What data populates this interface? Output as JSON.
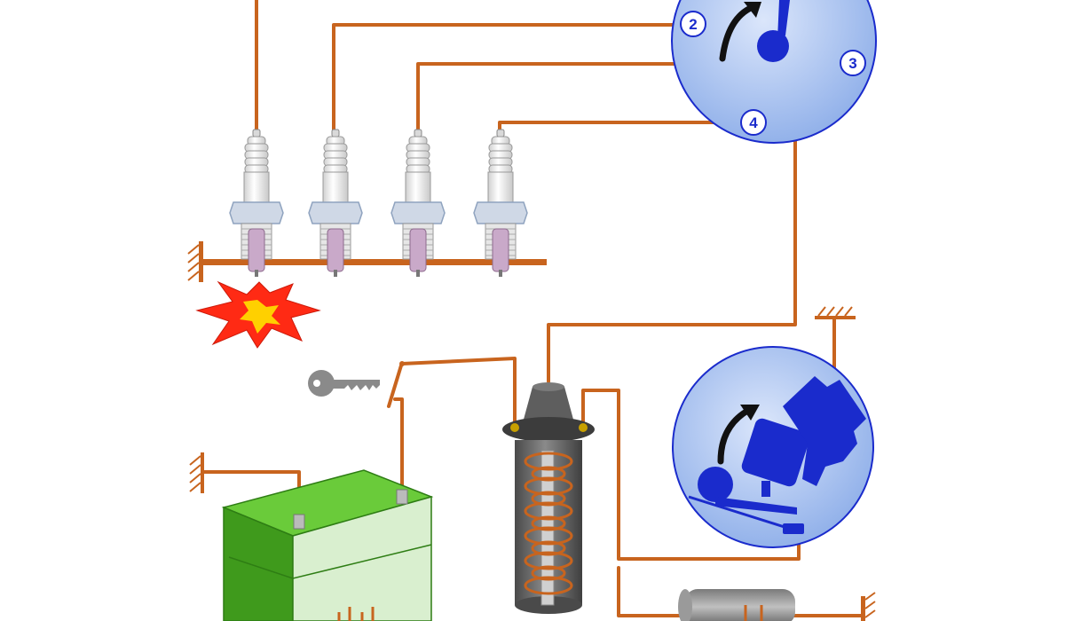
{
  "diagram": {
    "title": "",
    "colors": {
      "wire": "#c8641e",
      "disc": "#a9c3f0",
      "disc_edge": "#1a2bcc",
      "rotor": "#1a2bcc",
      "plug_body": "#f2f2f2",
      "plug_tip": "#c9a9c9",
      "coil": "#6e6e6e",
      "battery": "#4caf22",
      "spark": "#ff3010",
      "spark_core": "#ffd000"
    },
    "distributor_cap": {
      "terminals": [
        "2",
        "3",
        "4"
      ]
    },
    "components": [
      "distributor-cap",
      "spark-plug",
      "ignition-key",
      "ignition-coil",
      "contact-breaker",
      "battery",
      "condenser",
      "ground"
    ]
  }
}
